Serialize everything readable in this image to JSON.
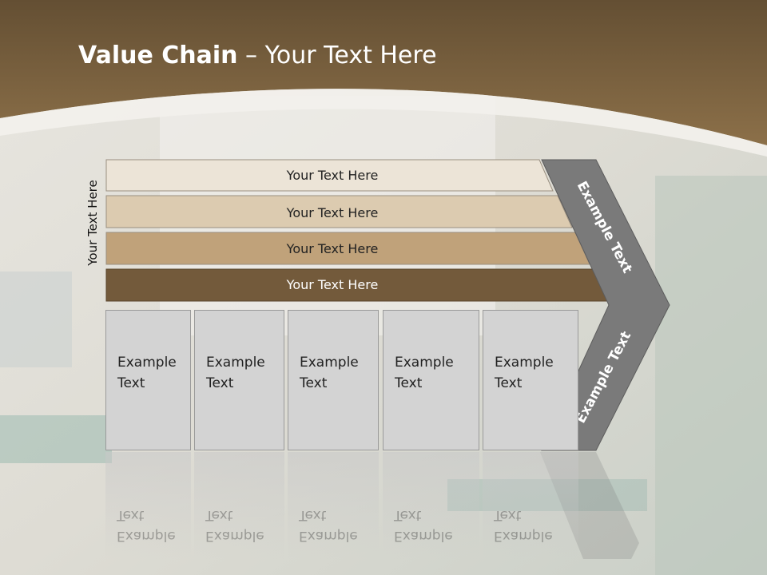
{
  "title": {
    "bold": "Value Chain",
    "rest": " – Your Text Here"
  },
  "side_label": "Your Text Here",
  "bars": [
    {
      "label": "Your Text Here",
      "color": "#ece4d7"
    },
    {
      "label": "Your Text Here",
      "color": "#dccbb0"
    },
    {
      "label": "Your Text Here",
      "color": "#c0a27a"
    },
    {
      "label": "Your Text Here",
      "color": "#735a3b"
    }
  ],
  "chevron": {
    "top_label": "Example Text",
    "bottom_label": "Example Text",
    "color": "#7a7a7a"
  },
  "boxes": [
    {
      "line1": "Example",
      "line2": "Text"
    },
    {
      "line1": "Example",
      "line2": "Text"
    },
    {
      "line1": "Example",
      "line2": "Text"
    },
    {
      "line1": "Example",
      "line2": "Text"
    },
    {
      "line1": "Example",
      "line2": "Text"
    }
  ],
  "colors": {
    "header": "#7f6641",
    "header_dark": "#5e4a30"
  }
}
